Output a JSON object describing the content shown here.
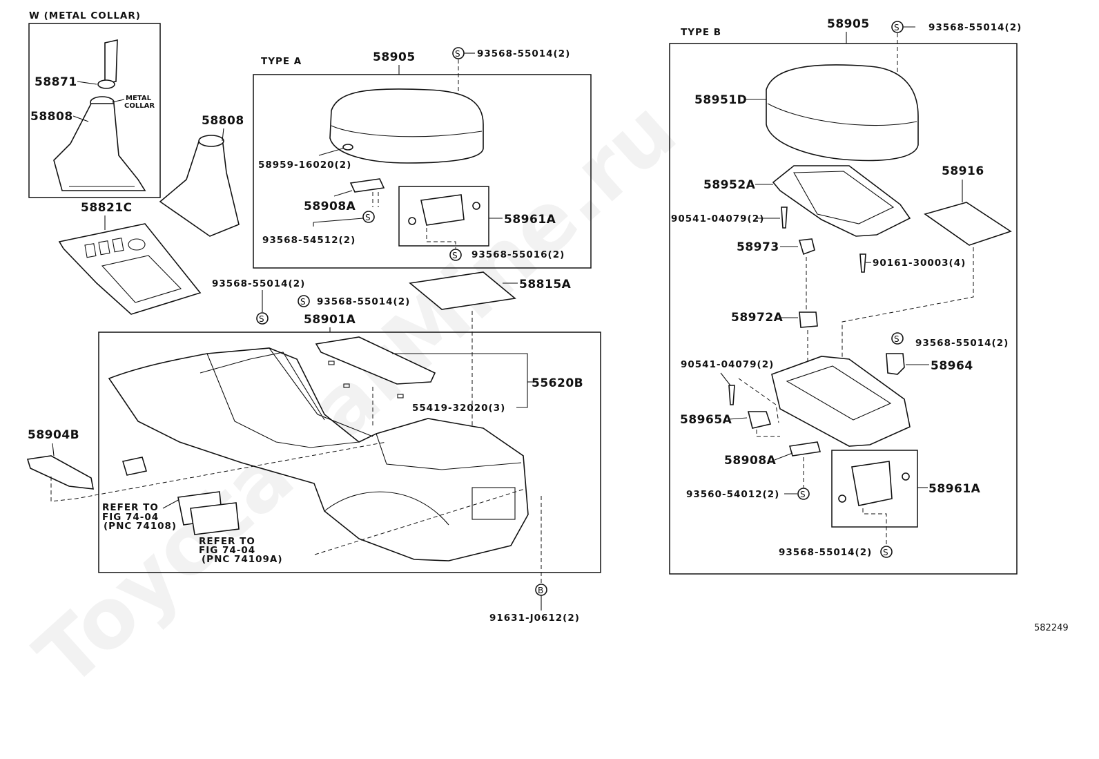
{
  "labels": {
    "w_metal_collar": "W (METAL  COLLAR)",
    "metal_collar_note": [
      "METAL",
      "COLLAR"
    ],
    "type_a": "TYPE A",
    "type_b": "TYPE B",
    "p58871": "58871",
    "p58808_w": "58808",
    "p58808": "58808",
    "p58821c": "58821C",
    "p58905_a": "58905",
    "s93568_55014_a": "93568-55014(2)",
    "p58959": "58959-16020(2)",
    "p58908a_a": "58908A",
    "p93568_54512": "93568-54512(2)",
    "p58961a_a": "58961A",
    "s93568_55016": "93568-55016(2)",
    "s93568_55014_c": "93568-55014(2)",
    "s93568_55014_d": "93568-55014(2)",
    "p58815a": "58815A",
    "p58901a": "58901A",
    "p55620b": "55620B",
    "p55419": "55419-32020(3)",
    "p58904b": "58904B",
    "refer1": [
      "REFER TO",
      "FIG 74-04",
      "(PNC 74108)"
    ],
    "refer2": [
      "REFER TO",
      "FIG 74-04",
      "(PNC 74109A)"
    ],
    "p91631": "91631-J0612(2)",
    "p58905_b": "58905",
    "s93568_55014_b": "93568-55014(2)",
    "p58951d": "58951D",
    "p58952a": "58952A",
    "p58916": "58916",
    "p90541_a": "90541-04079(2)",
    "p58973": "58973",
    "p90161": "90161-30003(4)",
    "p58972a": "58972A",
    "s93568_55014_e": "93568-55014(2)",
    "p90541_b": "90541-04079(2)",
    "p58964": "58964",
    "p58965a": "58965A",
    "p58908a_b": "58908A",
    "p93560": "93560-54012(2)",
    "p58961a_b": "58961A",
    "s93568_55014_f": "93568-55014(2)",
    "figure_no": "582249",
    "symbol_s": "S",
    "symbol_b": "B"
  },
  "watermark": "ToyotaCarMine.ru"
}
